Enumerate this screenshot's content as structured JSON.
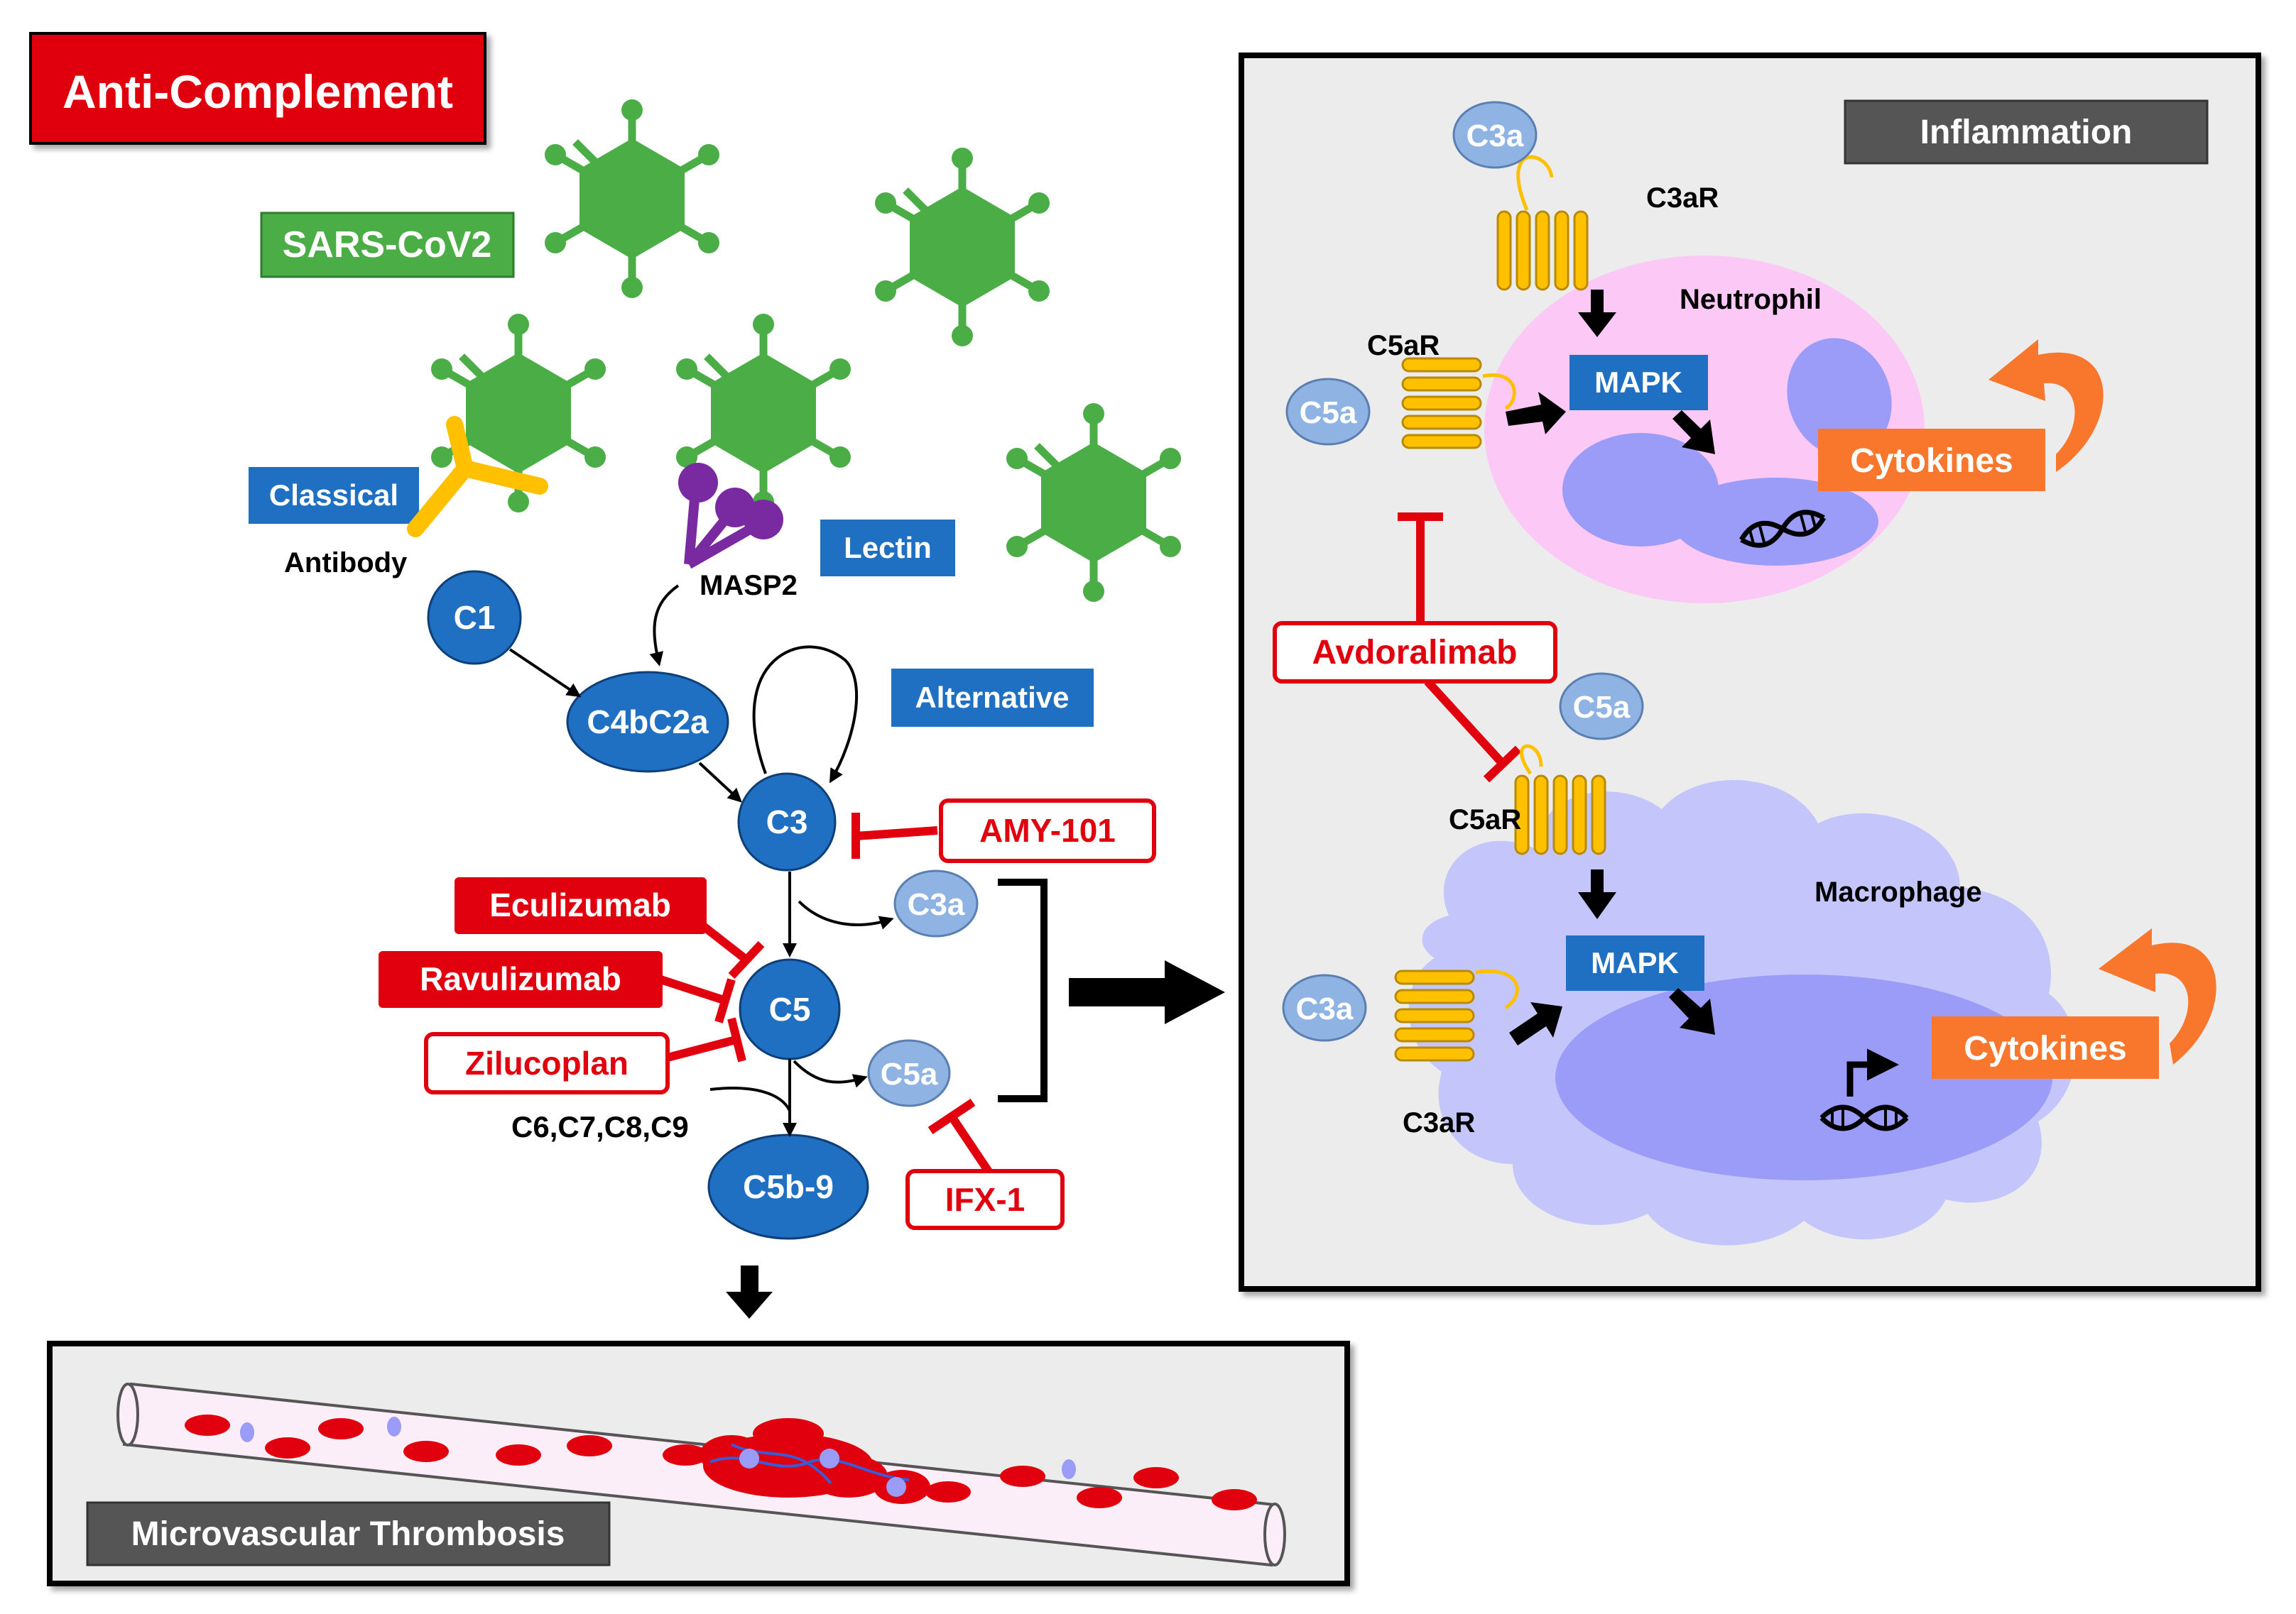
{
  "title": "Anti-Complement",
  "virus_label": "SARS-CoV2",
  "pathways": {
    "classical": "Classical",
    "lectin": "Lectin",
    "alternative": "Alternative"
  },
  "molecules": {
    "antibody": "Antibody",
    "masp2": "MASP2",
    "c1": "C1",
    "c4bc2a": "C4bC2a",
    "c3": "C3",
    "c3a": "C3a",
    "c5": "C5",
    "c5a": "C5a",
    "terminal": "C6,C7,C8,C9",
    "c5b9": "C5b-9"
  },
  "drugs": {
    "amy101": "AMY-101",
    "eculizumab": "Eculizumab",
    "ravulizumab": "Ravulizumab",
    "zilucoplan": "Zilucoplan",
    "ifx1": "IFX-1",
    "avdoralimab": "Avdoralimab"
  },
  "inflammation": {
    "title": "Inflammation",
    "neutrophil": "Neutrophil",
    "macrophage": "Macrophage",
    "c3ar": "C3aR",
    "c5ar": "C5aR",
    "c3a": "C3a",
    "c5a": "C5a",
    "mapk": "MAPK",
    "cytokines": "Cytokines"
  },
  "thrombosis": {
    "title": "Microvascular Thrombosis"
  },
  "colors": {
    "virus_green": "#4aad45",
    "complement_blue": "#1f6fc2",
    "fragment_blue": "#8fb3e3",
    "inhibitor_red": "#e0000e",
    "antibody_yellow": "#ffc000",
    "masp2_purple": "#7a2aa0",
    "neutrophil_pink": "#fcc8f6",
    "macrophage_lavender": "#c4c6fb",
    "nucleus_purple": "#9b9cf7",
    "cytokine_orange": "#f8772c",
    "panel_gray": "#ececec",
    "label_dark": "#555555"
  }
}
